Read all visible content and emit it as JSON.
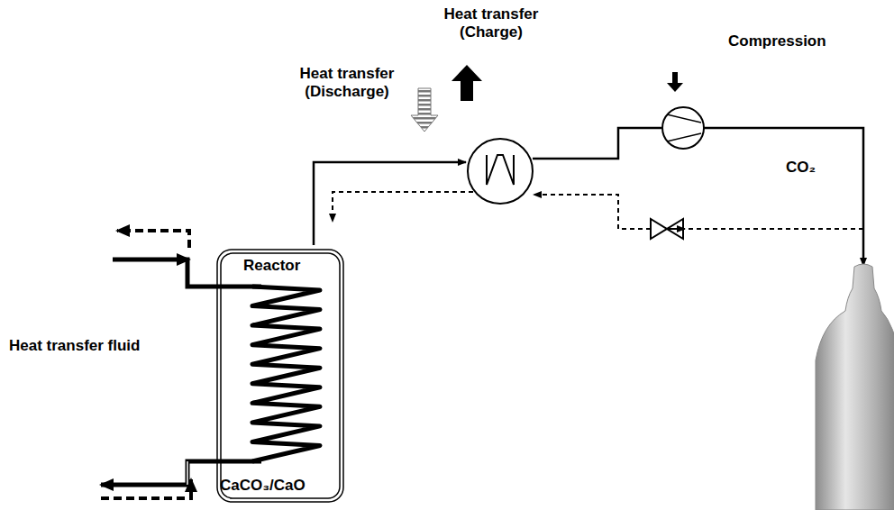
{
  "diagram": {
    "nodes": [
      {
        "text": [
          "Reactor",
          "CaCO₃/CaO"
        ]
      }
    ],
    "labels": [
      "Heat transfer (Charge)",
      "Heat transfer (Discharge)",
      "Compression",
      "CO₂",
      "Heat transfer fluid"
    ]
  }
}
